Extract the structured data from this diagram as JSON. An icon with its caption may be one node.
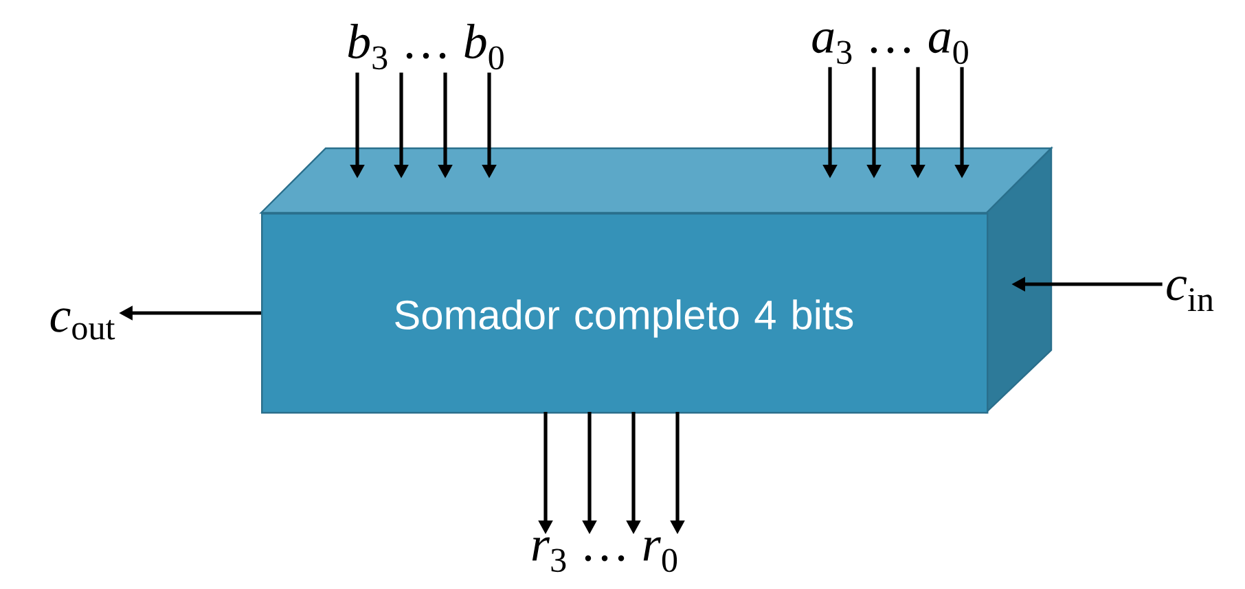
{
  "diagram": {
    "nodes": [
      {
        "text": [
          "Somador completo 4 bits"
        ]
      },
      {
        "text": [
          "*b*$_{3}$ … *b*$_{0}$"
        ]
      },
      {
        "text": [
          "*a*$_{3}$ … *a*$_{0}$"
        ]
      },
      {
        "text": [
          "*c*$_{out}$"
        ]
      },
      {
        "text": [
          "*c*$_{in}$"
        ]
      },
      {
        "text": [
          "*r*$_{3}$ … *r*$_{0}$"
        ]
      }
    ],
    "edges": [
      {
        "from": 1,
        "to": 0,
        "arrow": "to"
      },
      {
        "from": 1,
        "to": 0,
        "arrow": "to"
      },
      {
        "from": 1,
        "to": 0,
        "arrow": "to"
      },
      {
        "from": 1,
        "to": 0,
        "arrow": "to"
      },
      {
        "from": 2,
        "to": 0,
        "arrow": "to"
      },
      {
        "from": 2,
        "to": 0,
        "arrow": "to"
      },
      {
        "from": 2,
        "to": 0,
        "arrow": "to"
      },
      {
        "from": 2,
        "to": 0,
        "arrow": "to"
      },
      {
        "from": 4,
        "to": 0,
        "arrow": "to"
      },
      {
        "from": 0,
        "to": 3,
        "arrow": "to"
      },
      {
        "from": 0,
        "to": 5,
        "arrow": "to"
      },
      {
        "from": 0,
        "to": 5,
        "arrow": "to"
      },
      {
        "from": 0,
        "to": 5,
        "arrow": "to"
      },
      {
        "from": 0,
        "to": 5,
        "arrow": "to"
      }
    ]
  }
}
